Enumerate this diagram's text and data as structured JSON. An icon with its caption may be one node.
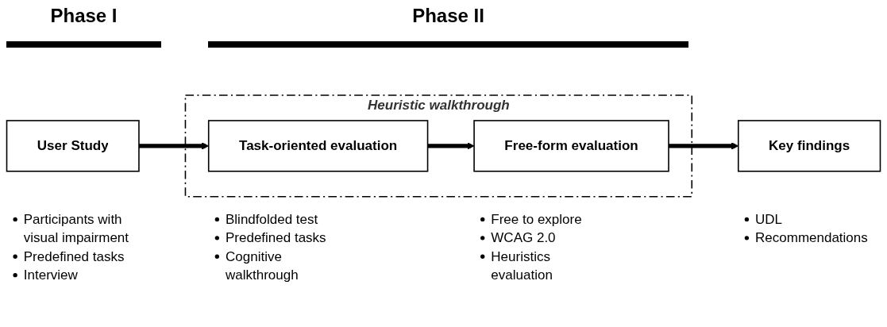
{
  "diagram": {
    "nodes": [
      {
        "text": [
          "User Study"
        ],
        "beside": [
          "Participants with visual impairment",
          "Predefined tasks",
          "Interview"
        ]
      },
      {
        "text": [
          "Heuristic walkthrough"
        ]
      },
      {
        "text": [
          "Task-oriented evaluation"
        ],
        "in": 1,
        "beside": [
          "Blindfolded test",
          "Predefined tasks",
          "Cognitive walkthrough"
        ]
      },
      {
        "text": [
          "Free-form evaluation"
        ],
        "in": 1,
        "beside": [
          "Free to explore",
          "WCAG 2.0",
          "Heuristics evaluation"
        ]
      },
      {
        "text": [
          "Key findings"
        ],
        "beside": [
          "UDL",
          "Recommendations"
        ]
      }
    ],
    "edges": [
      {
        "from": 0,
        "to": 2,
        "arrow": "to"
      },
      {
        "from": 2,
        "to": 3,
        "arrow": "to"
      },
      {
        "from": 3,
        "to": 4,
        "arrow": "to"
      }
    ],
    "labels": [
      "Phase I",
      "Phase II"
    ]
  }
}
